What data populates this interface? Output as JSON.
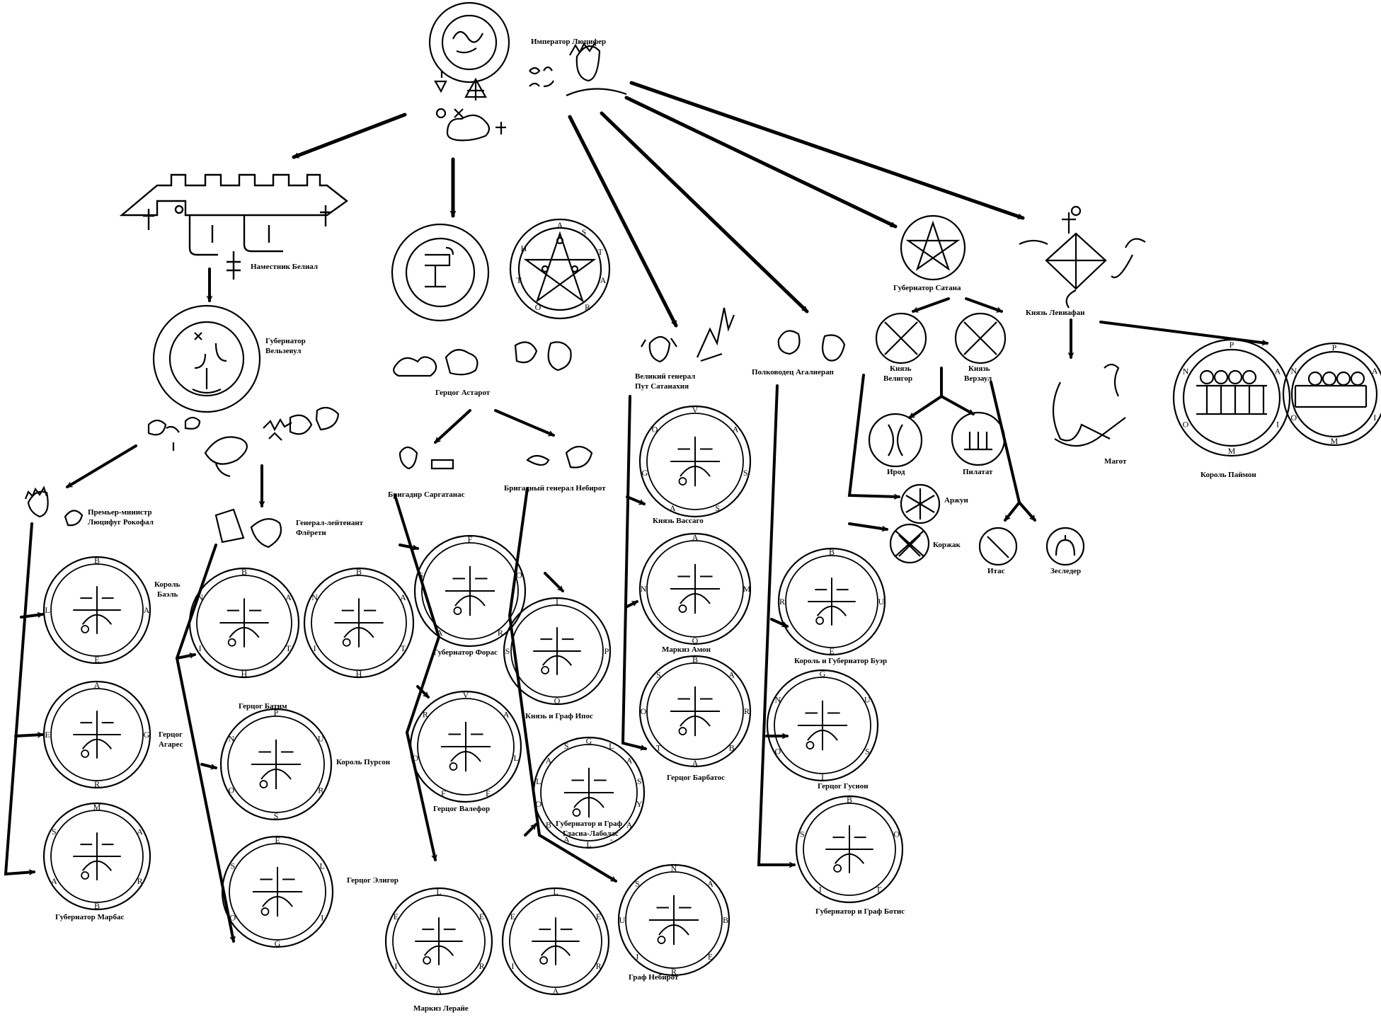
{
  "colors": {
    "ink": "#000000",
    "paper": "#ffffff"
  },
  "labels": {
    "lucifer": "Император Люцифер",
    "belial": "Наместник Белиал",
    "beelzebub_1": "Губернатор",
    "beelzebub_2": "Вельзевул",
    "astaroth": "Герцог Астарот",
    "putsatanachia_1": "Великий генерал",
    "putsatanachia_2": "Пут Сатанахия",
    "agaliarept": "Полководец Агалиерап",
    "satana": "Губернатор Сатана",
    "leviathan": "Князь Левиафан",
    "lucifuge_1": "Премьер-министр",
    "lucifuge_2": "Люцифуг Рокофал",
    "fleurety_1": "Генерал-лейтенант",
    "fleurety_2": "Флёрети",
    "sargatanas": "Бригадир Саргатанас",
    "nebiros_brig": "Бригадный генерал Небирот",
    "bael_1": "Король",
    "bael_2": "Баэль",
    "agares_1": "Герцог",
    "agares_2": "Агарес",
    "marbas": "Губернатор Марбас",
    "bathim": "Герцог Батим",
    "pursan": "Король Пурсон",
    "eligor": "Герцог Элигор",
    "foras": "Губернатор Форас",
    "valefor": "Герцог Валефор",
    "leraje": "Маркиз Лерайе",
    "ipos": "Князь и Граф Ипос",
    "glasya_1": "Губернатор и Граф",
    "glasya_2": "Гласиа-Лаболас",
    "nebiros_count": "Граф Небирот",
    "vassago": "Князь Вассаго",
    "amon": "Маркиз Амон",
    "barbatos": "Герцог Барбатос",
    "buer": "Король и Губернатор Буэр",
    "gusion": "Герцог Гусион",
    "botis": "Губернатор и Граф Ботис",
    "veligor_1": "Князь",
    "veligor_2": "Велигор",
    "verzaul_1": "Князь",
    "verzaul_2": "Верзаул",
    "irod": "Ирод",
    "pilatat": "Пилатат",
    "arzhun": "Аржун",
    "korzhak": "Коржак",
    "itas": "Итас",
    "zesleder": "Зеследер",
    "magot": "Магот",
    "paimon": "Король Паймон"
  },
  "seal_letters": {
    "bael": [
      "B",
      "A",
      "E",
      "L"
    ],
    "agares": [
      "A",
      "G",
      "R",
      "E"
    ],
    "marbas": [
      "M",
      "A",
      "R",
      "B",
      "A",
      "S"
    ],
    "bathim1": [
      "B",
      "A",
      "T",
      "H",
      "I",
      "N"
    ],
    "bathim2": [
      "B",
      "A",
      "T",
      "H",
      "I",
      "N"
    ],
    "pursan": [
      "P",
      "U",
      "R",
      "S",
      "O",
      "N"
    ],
    "eligor": [
      "E",
      "L",
      "I",
      "G",
      "O",
      "S"
    ],
    "foras": [
      "F",
      "O",
      "R",
      "A",
      "S"
    ],
    "valefor": [
      "V",
      "A",
      "L",
      "E",
      "F",
      "O",
      "R"
    ],
    "leraje1": [
      "L",
      "E",
      "R",
      "A",
      "I",
      "E"
    ],
    "leraje2": [
      "L",
      "E",
      "R",
      "A",
      "I",
      "E"
    ],
    "ipos": [
      "I",
      "P",
      "O",
      "S"
    ],
    "glasya": [
      "G",
      "L",
      "A",
      "S",
      "Y",
      "A",
      "-",
      "L",
      "A",
      "B",
      "O",
      "L",
      "A",
      "S"
    ],
    "nebiros": [
      "N",
      "A",
      "B",
      "E",
      "R",
      "I",
      "U",
      "S"
    ],
    "vassago": [
      "V",
      "A",
      "S",
      "S",
      "A",
      "G",
      "O"
    ],
    "amon": [
      "A",
      "M",
      "O",
      "N"
    ],
    "barbatos": [
      "B",
      "A",
      "R",
      "B",
      "A",
      "T",
      "O",
      "S"
    ],
    "buer": [
      "B",
      "U",
      "E",
      "R"
    ],
    "gusion": [
      "G",
      "U",
      "S",
      "I",
      "O",
      "N"
    ],
    "botis": [
      "B",
      "O",
      "T",
      "I",
      "S"
    ],
    "paimon1": [
      "P",
      "A",
      "I",
      "M",
      "O",
      "N"
    ],
    "paimon2": [
      "P",
      "A",
      "I",
      "M",
      "O",
      "N"
    ],
    "astaroth": [
      "A",
      "S",
      "T",
      "A",
      "R",
      "O",
      "T",
      "H"
    ]
  }
}
